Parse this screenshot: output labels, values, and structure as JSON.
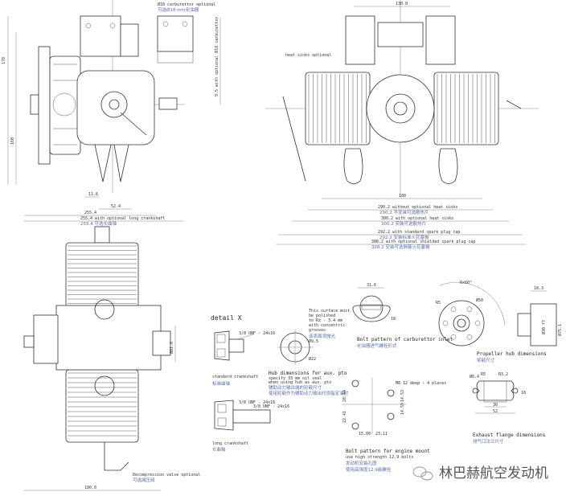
{
  "top_left_view": {
    "carb_note": "Ø18 carburettor optional",
    "carb_note_cn": "可选Ø18 mm化油器",
    "height_note": "9.5 with optional Ø18 carburettor",
    "dim_width_1": "11.6",
    "dim_width_2": "52.4",
    "dim_overall": "255.4",
    "dim_long_crank": "255.4 with optional long crankshaft",
    "dim_long_crank_cn": "255.4 可选长曲轴",
    "dim_vertical_1": "178",
    "dim_vertical_2": "160"
  },
  "top_right_view": {
    "dim_top": "130.0",
    "heat_sinks_note": "heat sinks optional",
    "dim_inner": "180",
    "dim_1": "290.2 without optional heat sinks",
    "dim_1_cn": "290.2 不安装可选散热片",
    "dim_2": "300.2 with optional heat sinks",
    "dim_2_cn": "300.2 安装可选散热片",
    "dim_3": "292.2 with standard spark plug cap",
    "dim_3_cn": "292.2 安装标准火花塞帽",
    "dim_4": "308.2 with optional shielded spark plug cap",
    "dim_4_cn": "308.2 安装可选屏蔽火花塞帽"
  },
  "bottom_left_view": {
    "dim_bottom": "180.0",
    "dim_side": "Ø81.6",
    "decomp_note": "Decompression valve optional",
    "decomp_note_cn": "可选减压阀"
  },
  "detail_x": {
    "title": "detail X",
    "standard_dim": "3/8 UNF - 24x16",
    "standard_label": "standard crankshaft",
    "standard_label_cn": "标准曲轴",
    "long_dim_1": "3/8 UNF - 24x16",
    "long_dim_2": "3/8 UNF - 24x16",
    "long_label": "long crankshaft",
    "long_label_cn": "长曲轴"
  },
  "hub_aux": {
    "note_1": "This surface must",
    "note_2": "be polished",
    "note_3": "to Rz - 3.4 mm",
    "note_4": "with concentric",
    "note_5": "grooves",
    "note_cn": "该表面须抛光",
    "dim_a": "Ø9.5",
    "dim_b": "Ø22",
    "title": "Hub dimensions for aux. pto",
    "sub_1": "specify 33 mm oil seal",
    "sub_2": "when using hub as aux. pto",
    "title_cn": "辅助动力输出端的轮毂尺寸",
    "sub_cn": "使用轮毂作为辅助动力输出时须指定油封"
  },
  "carb_inlet": {
    "dim_top": "31.6",
    "dim_side": "18",
    "title": "Bolt pattern of carburettor inlet",
    "title_cn": "化油器进气螺栓形式"
  },
  "prop_hub": {
    "angle": "6x60°",
    "dim_pcd": "Ø50",
    "dim_r": "R5",
    "dim_side": "18.3",
    "dim_d1": "Ø30 f7",
    "dim_d2": "Ø75.1",
    "title": "Propeller hub dimensions",
    "title_cn": "桨毂尺寸"
  },
  "engine_mount": {
    "thread": "M8 12 deep - 4 places",
    "dim_v1": "28.44",
    "dim_v2": "22.41",
    "dim_v3": "14.53",
    "dim_v4": "14.59",
    "dim_h1": "15.00",
    "dim_h2": "23.11",
    "title": "Bolt pattern for engine mount",
    "sub": "use high strength 12.9 bolts",
    "title_cn": "发动机安装孔图",
    "sub_cn": "使用高强度12.9级螺栓"
  },
  "exhaust": {
    "dim_a": "Ø6.4",
    "dim_b": "R5",
    "dim_c": "R3.2",
    "dim_h": "18",
    "dim_w1": "30",
    "dim_w2": "52",
    "title": "Exhaust flange dimensions",
    "title_cn": "排气口法兰尺寸"
  },
  "watermark": {
    "text": "林巴赫航空发动机"
  }
}
